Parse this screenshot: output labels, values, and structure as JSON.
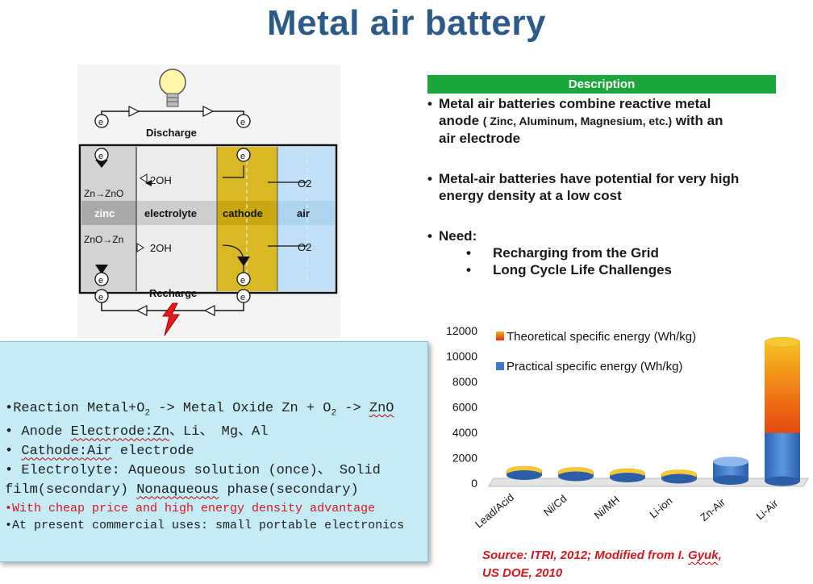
{
  "title": "Metal air battery",
  "diagram": {
    "electron": "e",
    "discharge": "Discharge",
    "recharge": "Recharge",
    "zn_to_zno": "Zn→ZnO",
    "zno_to_zn": "ZnO→Zn",
    "hydroxide": "2OH",
    "oxygen": "O2",
    "zinc": "zinc",
    "electrolyte": "electrolyte",
    "cathode": "cathode",
    "air": "air"
  },
  "description": {
    "header": "Description",
    "bullet_char": "•",
    "p1_line1": "Metal air batteries combine reactive metal",
    "p1_line2_a": "anode",
    "p1_line2_b": "( Zinc, Aluminum, Magnesium, etc.)",
    "p1_line2_c": "with an",
    "p1_line3": "air electrode",
    "p2_line1": "Metal-air batteries have potential for very high",
    "p2_line2": "energy density at a low cost",
    "p3": "Need:",
    "need1": "Recharging from the Grid",
    "need2": "Long Cycle Life Challenges"
  },
  "chart_data": {
    "type": "bar",
    "categories": [
      "Lead/Acid",
      "Ni/Cd",
      "Ni/MH",
      "Li-ion",
      "Zn-Air",
      "Li-Air"
    ],
    "series": [
      {
        "name": "Practical specific energy (Wh/kg)",
        "values": [
          35,
          40,
          80,
          200,
          1700,
          3950
        ],
        "color": "#3f78c8"
      },
      {
        "name": "Theoretical specific energy (Wh/kg)",
        "values": [
          170,
          240,
          300,
          420,
          1350,
          11100
        ],
        "color": "#f59a1e"
      }
    ],
    "yticks": [
      "12000",
      "10000",
      "8000",
      "6000",
      "4000",
      "2000",
      "0"
    ],
    "ylim": [
      0,
      12000
    ]
  },
  "info": {
    "reaction_a": "•Reaction Metal+O",
    "sub2": "2",
    "reaction_b": " -> Metal Oxide  Zn + O",
    "reaction_c": " -> ",
    "zno": "ZnO",
    "anode_a": "• Anode ",
    "anode_b": "Electrode:Zn",
    "anode_c": "、Li、 Mg、Al",
    "cathode_a": "• ",
    "cathode_b": "Cathode:Air",
    "cathode_c": " electrode",
    "electrolyte_line1": "• Electrolyte: Aqueous solution (once)、 Solid",
    "electrolyte_line2_a": "film(secondary) ",
    "electrolyte_line2_b": "Nonaqueous",
    "electrolyte_line2_c": " phase(secondary)",
    "advantage": "•With cheap price and high energy density advantage",
    "uses": "•At present commercial uses: small portable electronics"
  },
  "source": {
    "line1_a": "Source: ITRI, 2012; Modified from I. ",
    "line1_b": "Gyuk",
    "line1_c": ",",
    "line2": "US DOE, 2010"
  }
}
